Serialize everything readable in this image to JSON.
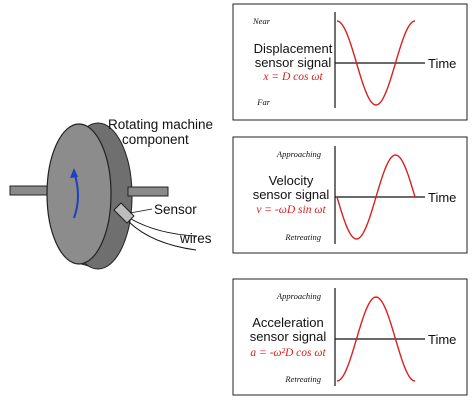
{
  "machine": {
    "component_label_line1": "Rotating machine",
    "component_label_line2": "component",
    "sensor_label": "Sensor",
    "wires_label": "wires"
  },
  "panels": [
    {
      "id": "displacement",
      "title_line1": "Displacement",
      "title_line2": "sensor signal",
      "formula": "x = D cos ωt",
      "top_label": "Near",
      "bottom_label": "Far",
      "axis_label": "Time",
      "waveform": "cosine"
    },
    {
      "id": "velocity",
      "title_line1": "Velocity",
      "title_line2": "sensor signal",
      "formula": "v = -ωD sin ωt",
      "top_label": "Approaching",
      "bottom_label": "Retreating",
      "axis_label": "Time",
      "waveform": "negative-sine"
    },
    {
      "id": "acceleration",
      "title_line1": "Acceleration",
      "title_line2": "sensor signal",
      "formula": "a = -ω²D cos ωt",
      "top_label": "Approaching",
      "bottom_label": "Retreating",
      "axis_label": "Time",
      "waveform": "negative-cosine"
    }
  ],
  "colors": {
    "wave": "#d9201c",
    "rotation_arrow": "#1f3fbf",
    "disc_face": "#8c8c8c",
    "disc_rim": "#6f6f6f"
  }
}
